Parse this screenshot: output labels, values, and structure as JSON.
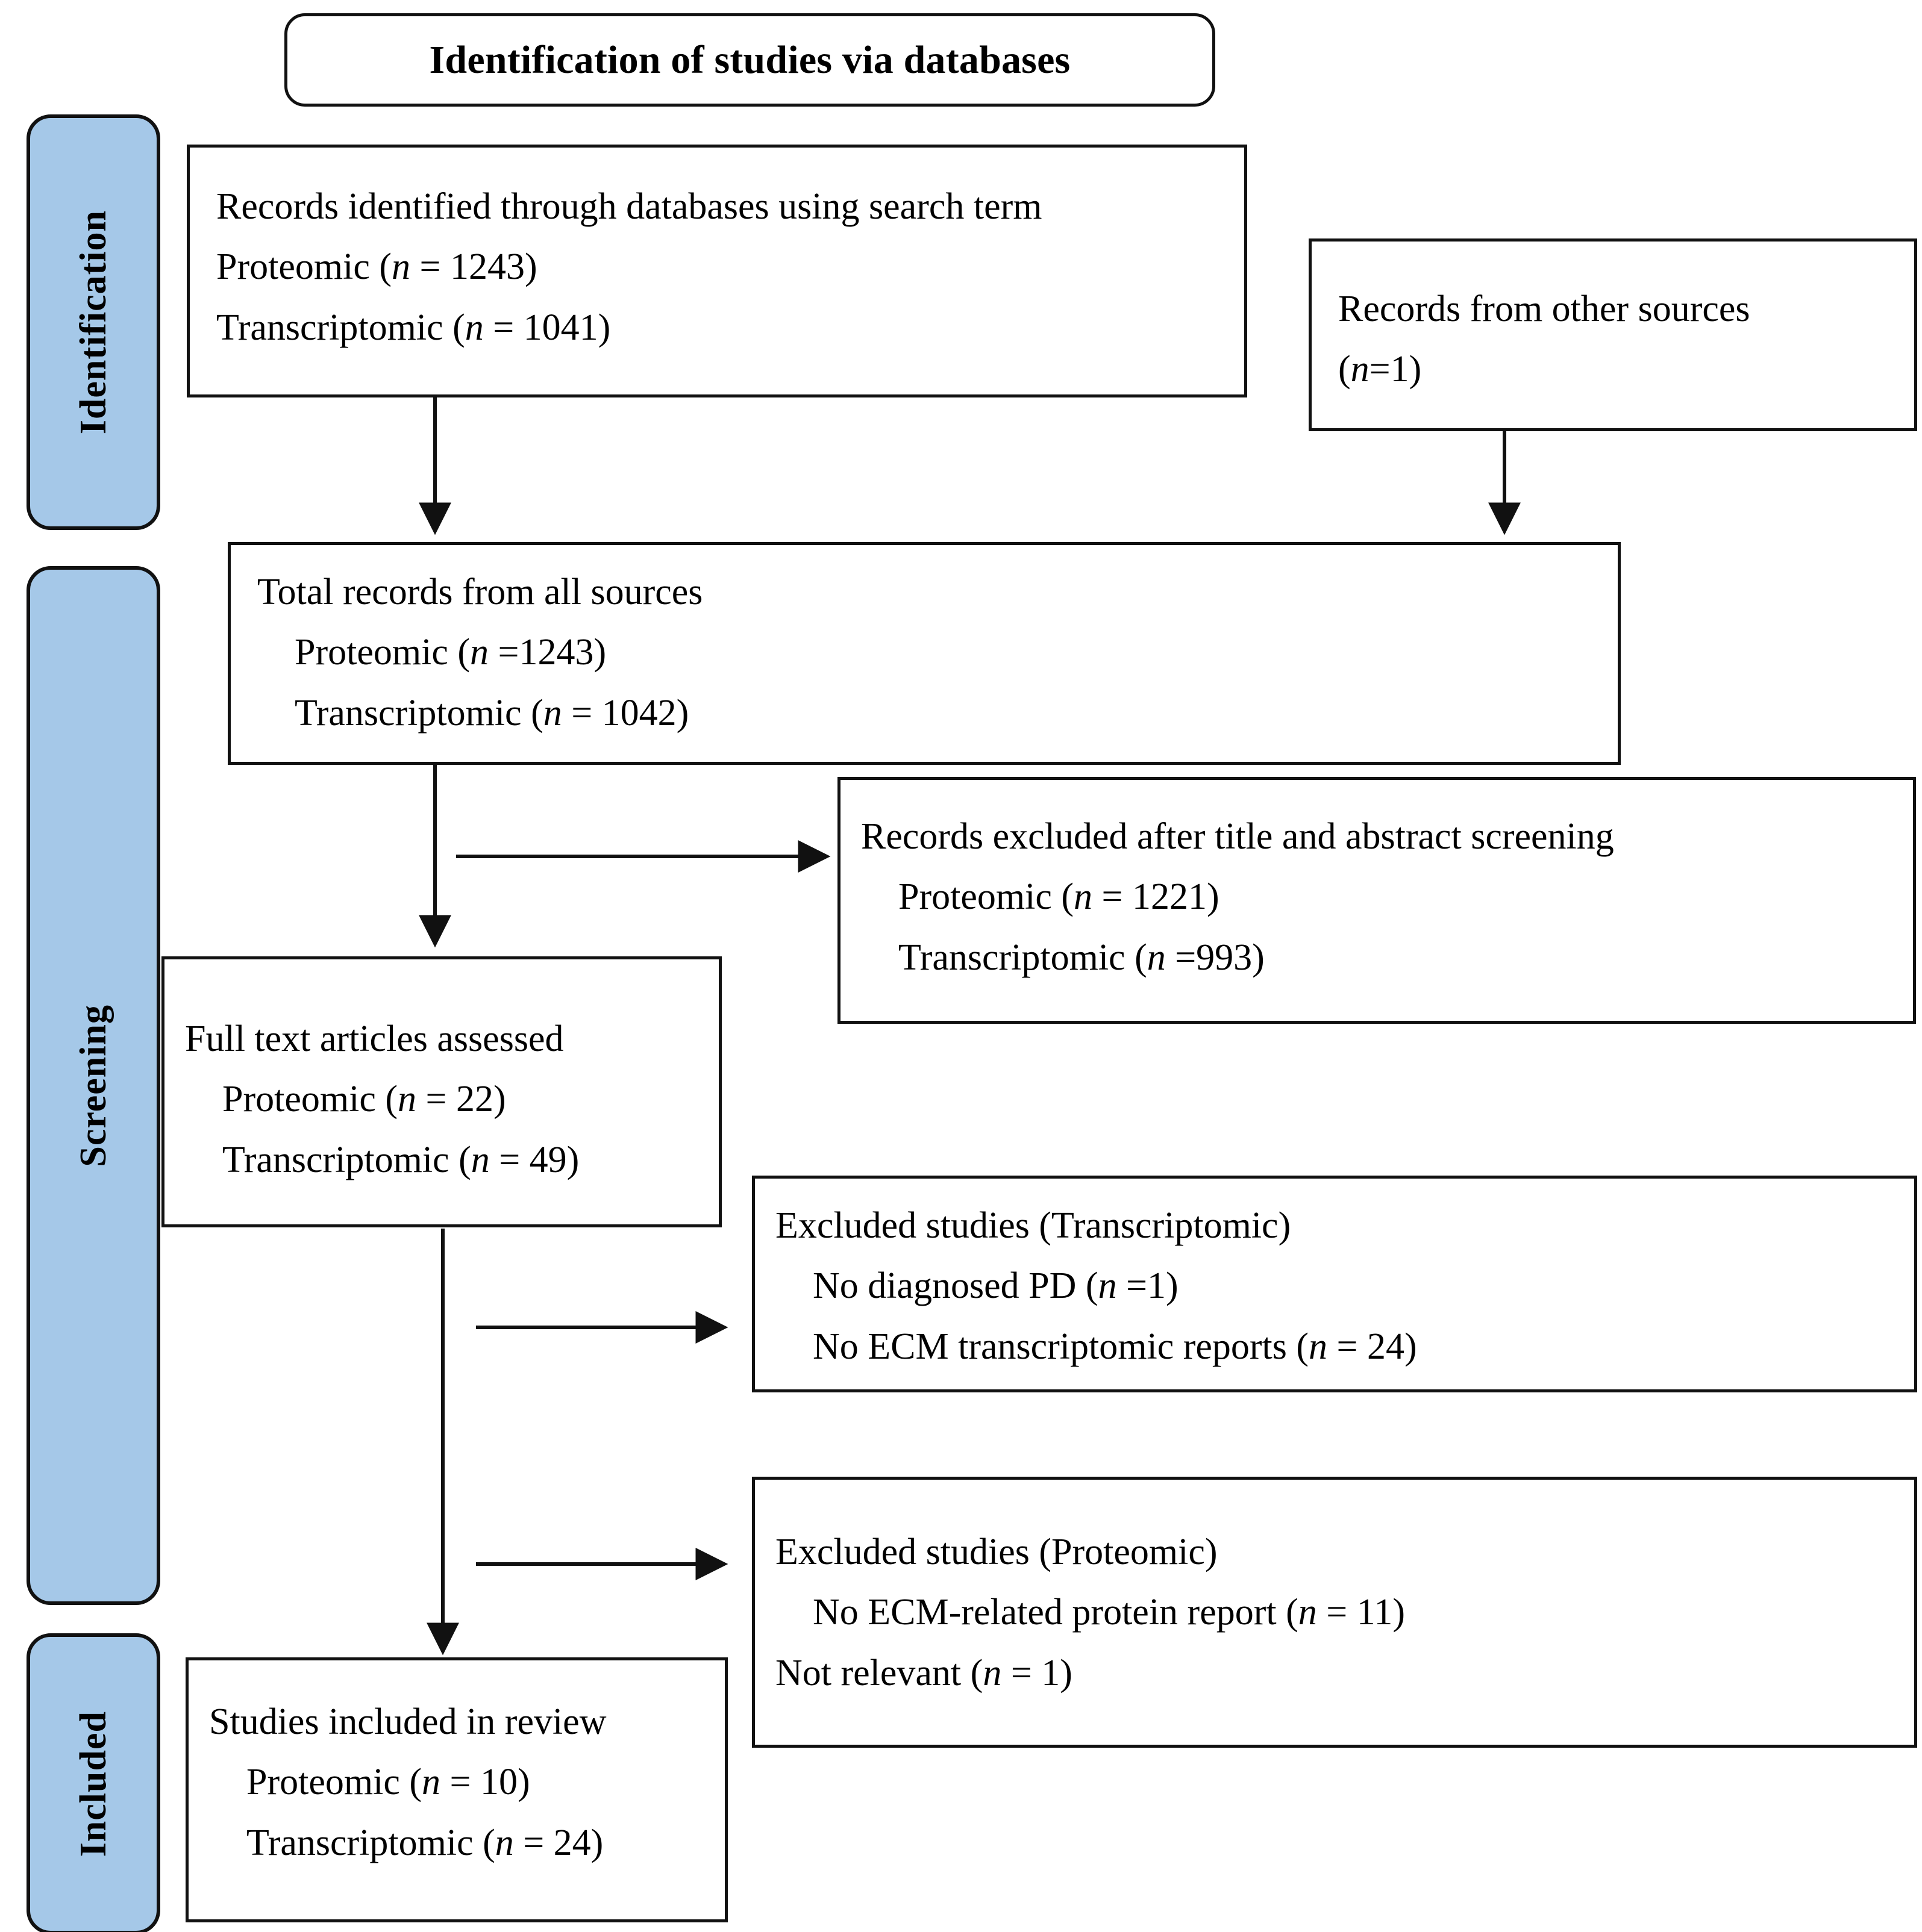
{
  "diagram": {
    "type": "PRISMA flow diagram",
    "title": "Identification of studies via databases",
    "stages": [
      {
        "label": "Identification"
      },
      {
        "label": "Screening"
      },
      {
        "label": "Included"
      }
    ],
    "boxes": {
      "records_identified": {
        "heading": "Records identified through databases using search term",
        "line_proteomic": "Proteomic (n = 1243)",
        "line_transcriptomic": "Transcriptomic (n = 1041)"
      },
      "other_sources": {
        "heading": "Records from other sources",
        "count": "(n=1)"
      },
      "total_records": {
        "heading": "Total records from all sources",
        "line_proteomic": "Proteomic (n =1243)",
        "line_transcriptomic": "Transcriptomic (n = 1042)"
      },
      "records_excluded": {
        "heading": "Records excluded after title and abstract screening",
        "line_proteomic": "Proteomic (n = 1221)",
        "line_transcriptomic": "Transcriptomic (n =993)"
      },
      "full_text": {
        "heading": "Full text articles assessed",
        "line_proteomic": "Proteomic (n = 22)",
        "line_transcriptomic": "Transcriptomic (n = 49)"
      },
      "excluded_transcriptomic": {
        "heading": "Excluded studies (Transcriptomic)",
        "reason_1": "No diagnosed PD (n =1)",
        "reason_2": "No ECM transcriptomic reports (n = 24)"
      },
      "excluded_proteomic": {
        "heading": "Excluded studies (Proteomic)",
        "reason_1": "No ECM-related protein report (n = 11)",
        "reason_2": "Not relevant (n = 1)"
      },
      "included": {
        "heading": "Studies included in review",
        "line_proteomic": "Proteomic (n = 10)",
        "line_transcriptomic": "Transcriptomic (n = 24)"
      }
    },
    "colors": {
      "stage_fill": "#a5c8e8",
      "stroke": "#111111",
      "background": "#ffffff"
    }
  }
}
